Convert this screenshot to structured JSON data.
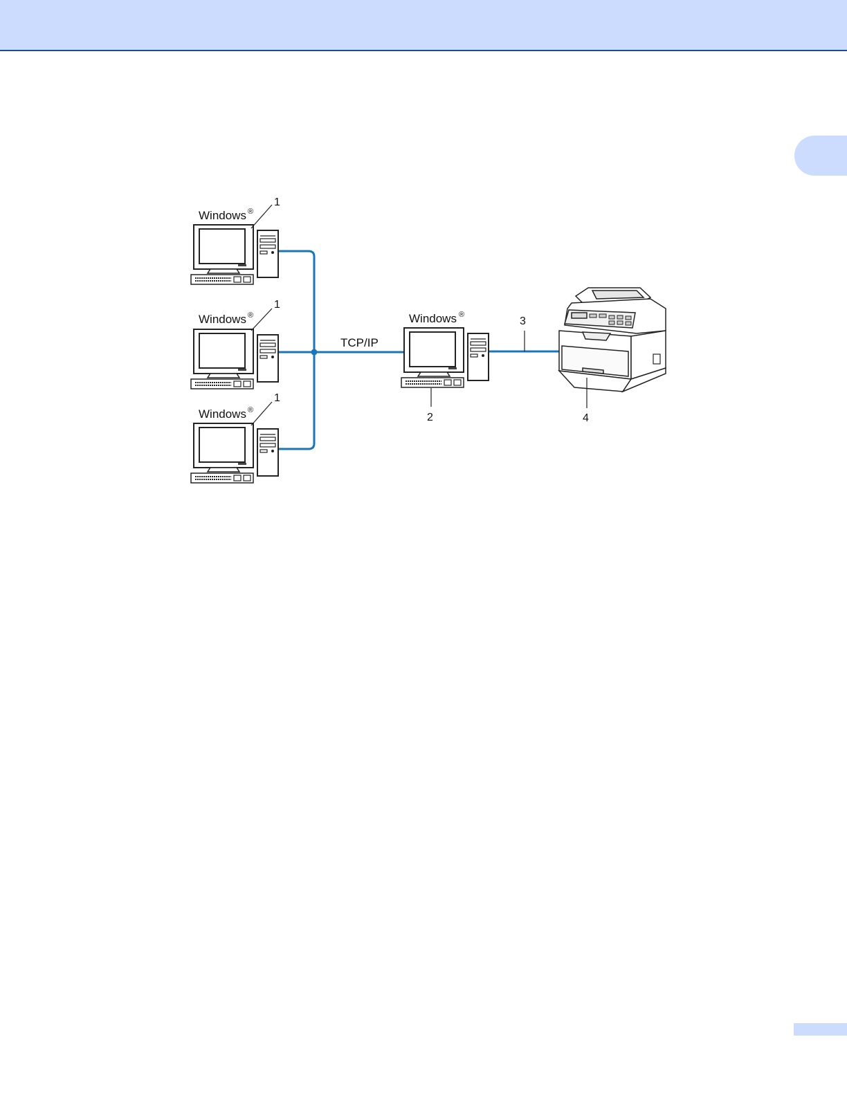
{
  "diagram": {
    "clients": [
      {
        "os_label": "Windows",
        "mark": "®",
        "callout": "1"
      },
      {
        "os_label": "Windows",
        "mark": "®",
        "callout": "1"
      },
      {
        "os_label": "Windows",
        "mark": "®",
        "callout": "1"
      }
    ],
    "server": {
      "os_label": "Windows",
      "mark": "®",
      "callout": "2"
    },
    "network_label": "TCP/IP",
    "cable_callout": "3",
    "printer_callout": "4",
    "colors": {
      "cable": "#1a76b8",
      "header": "#ccdcff",
      "header_rule": "#1a4aa0"
    }
  }
}
